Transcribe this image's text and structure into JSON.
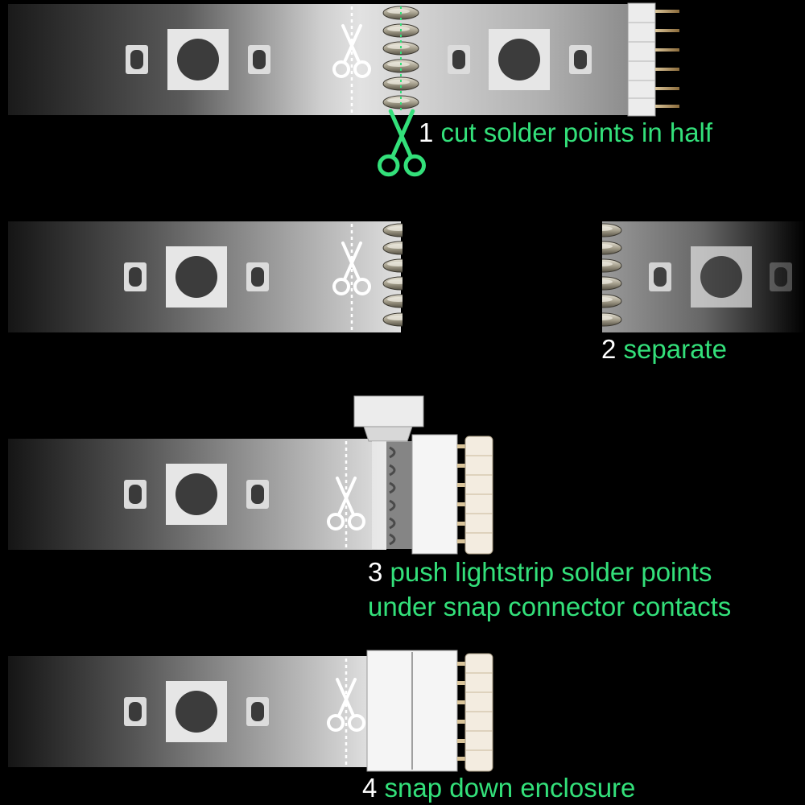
{
  "colors": {
    "accent": "#33e07a",
    "text": "#ffffff",
    "background": "#000000"
  },
  "steps": [
    {
      "number": "1",
      "text": "cut solder points in half"
    },
    {
      "number": "2",
      "text": "separate"
    },
    {
      "number": "3",
      "text": "push lightstrip solder points",
      "text2": "under snap connector contacts"
    },
    {
      "number": "4",
      "text": "snap down enclosure"
    }
  ],
  "icons": [
    "scissors-icon",
    "led-chip",
    "resistor-pad",
    "solder-pad",
    "snap-connector",
    "pin-header"
  ]
}
